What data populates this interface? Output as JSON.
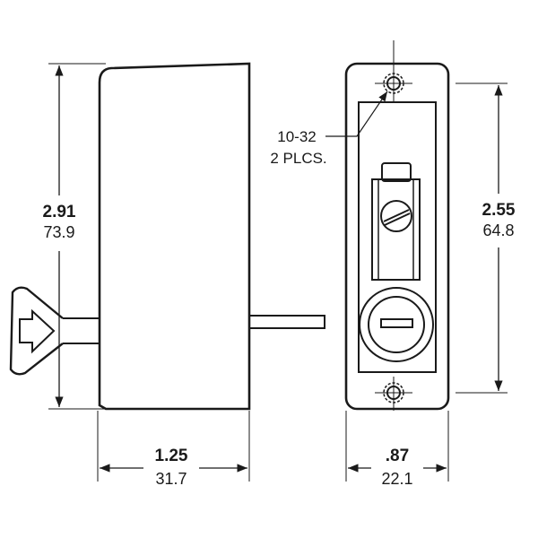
{
  "dimensions": {
    "height_overall": {
      "inch": "2.91",
      "mm": "73.9"
    },
    "width_side": {
      "inch": "1.25",
      "mm": "31.7"
    },
    "width_front": {
      "inch": ".87",
      "mm": "22.1"
    },
    "height_front": {
      "inch": "2.55",
      "mm": "64.8"
    }
  },
  "callout": {
    "line1": "10-32",
    "line2": "2 PLCS."
  }
}
